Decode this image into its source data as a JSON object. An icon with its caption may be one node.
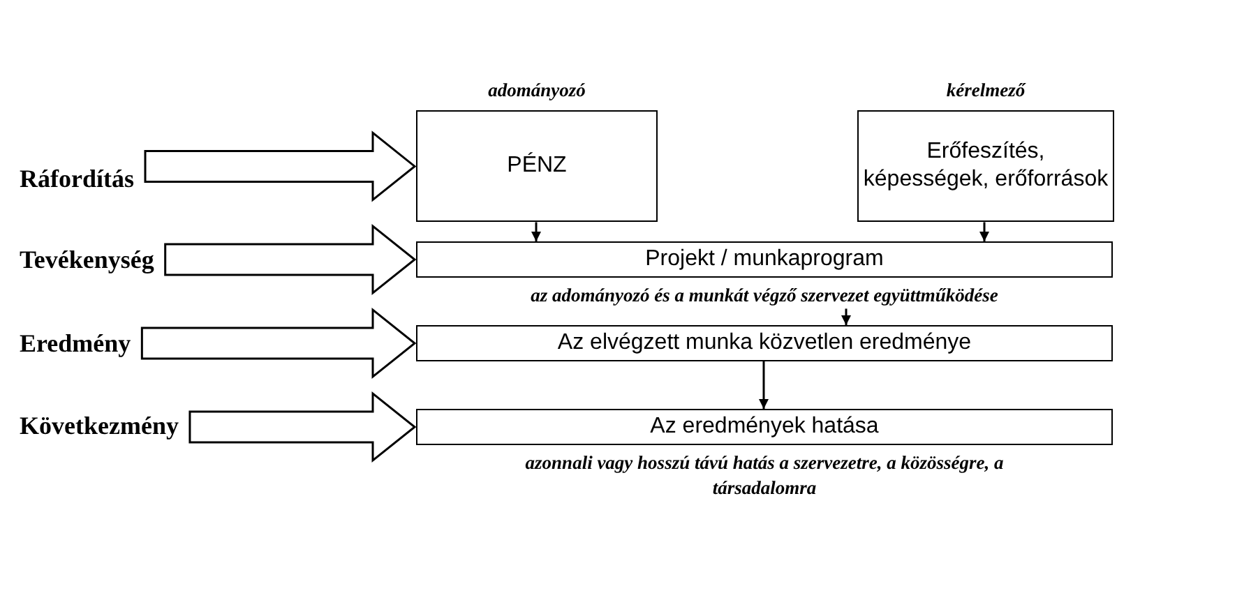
{
  "diagram": {
    "nodes": [
      {
        "text": [
          "Ráfordítás"
        ]
      },
      {
        "text": [
          "PÉNZ"
        ],
        "beside": [
          "adományozó"
        ]
      },
      {
        "text": [
          "Erőfeszítés, képességek, erőforrások"
        ],
        "beside": [
          "kérelmező"
        ]
      },
      {
        "text": [
          "Tevékenység"
        ]
      },
      {
        "text": [
          "Projekt / munkaprogram"
        ],
        "beside": [
          "az adományozó és a munkát végző szervezet együttműködése"
        ]
      },
      {
        "text": [
          "Eredmény"
        ]
      },
      {
        "text": [
          "Az elvégzett munka közvetlen eredménye"
        ]
      },
      {
        "text": [
          "Következmény"
        ]
      },
      {
        "text": [
          "Az eredmények hatása"
        ],
        "beside": [
          "azonnali vagy hosszú távú hatás a szervezetre, a közösségre, a társadalomra"
        ]
      }
    ],
    "edges": [
      {
        "from": 0,
        "to": 1,
        "arrow": "to",
        "style": "thick"
      },
      {
        "from": 1,
        "to": 4,
        "arrow": "to"
      },
      {
        "from": 2,
        "to": 4,
        "arrow": "to"
      },
      {
        "from": 3,
        "to": 4,
        "arrow": "to",
        "style": "thick"
      },
      {
        "from": 4,
        "to": 6,
        "arrow": "to"
      },
      {
        "from": 5,
        "to": 6,
        "arrow": "to",
        "style": "thick"
      },
      {
        "from": 6,
        "to": 8,
        "arrow": "to"
      },
      {
        "from": 7,
        "to": 8,
        "arrow": "to",
        "style": "thick"
      }
    ]
  }
}
